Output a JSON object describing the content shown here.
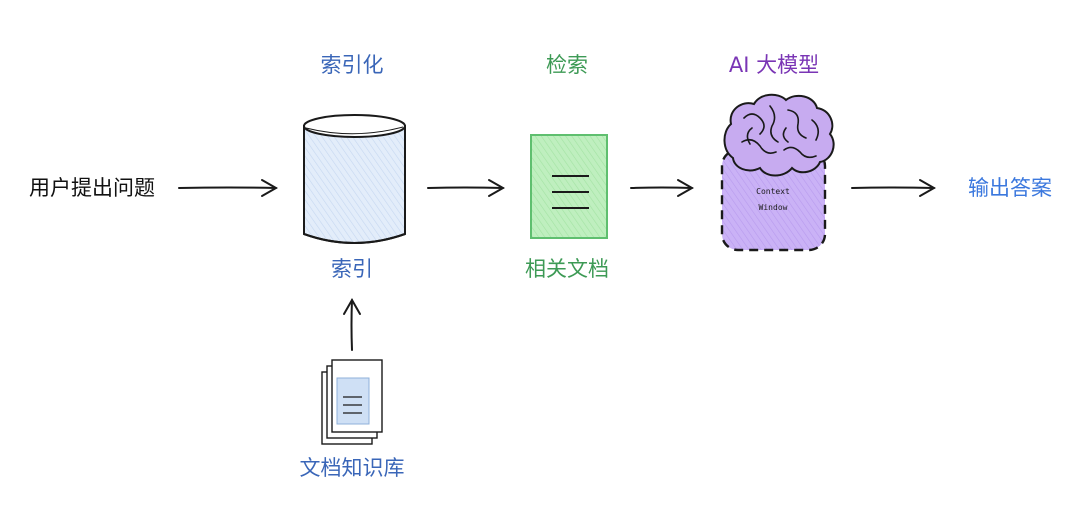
{
  "stages": {
    "indexing": {
      "title": "索引化",
      "label": "索引",
      "color": "#3a66b8"
    },
    "retrieval": {
      "title": "检索",
      "label": "相关文档",
      "color": "#3d9a55"
    },
    "llm": {
      "title": "AI 大模型",
      "context_line1": "Context",
      "context_line2": "Window",
      "color": "#7a35b5"
    }
  },
  "input": {
    "label": "用户提出问题",
    "color": "#111111"
  },
  "output": {
    "label": "输出答案",
    "color": "#3b78de"
  },
  "knowledge_base": {
    "label": "文档知识库",
    "color": "#3a66b8"
  },
  "colors": {
    "cylinder_fill": "#dde9f8",
    "doc_fill": "#b8eeb8",
    "doc_stroke": "#5fbf6f",
    "brain_fill": "#c7abf0",
    "window_fill": "#c9b0f5",
    "stroke": "#1a1a1a"
  }
}
